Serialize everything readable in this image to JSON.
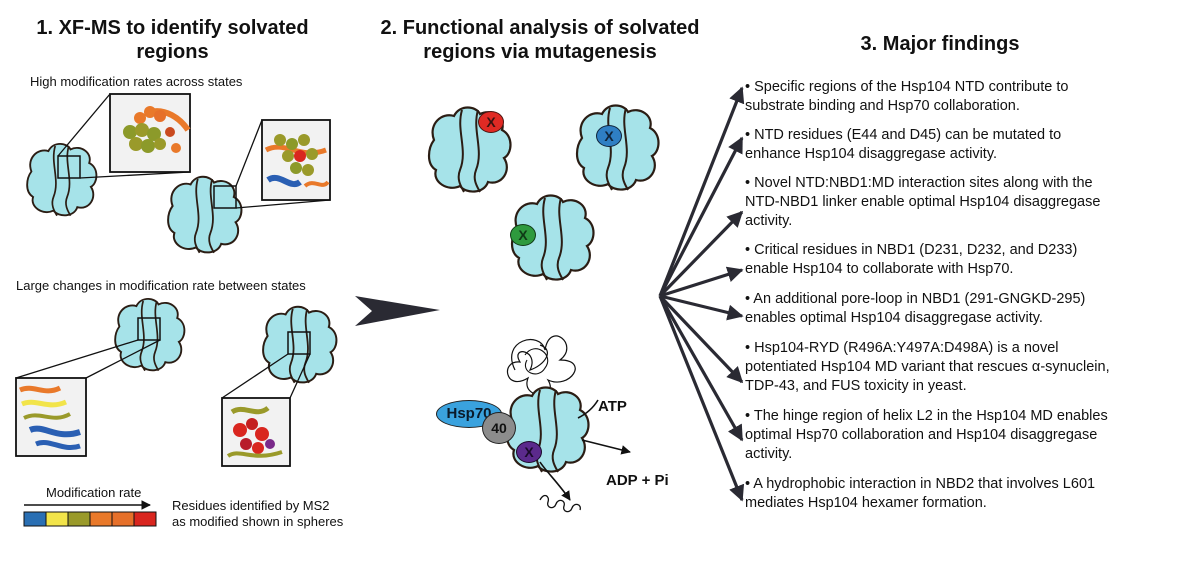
{
  "panel1": {
    "title_line1": "1. XF-MS to identify solvated",
    "title_line2": "regions",
    "label_high": "High modification rates across states",
    "label_large": "Large changes in modification rate between states",
    "legend_title": "Modification rate",
    "legend_text_line1": "Residues identified by MS2",
    "legend_text_line2": "as modified shown in spheres",
    "legend_colors": [
      "#2a6fb3",
      "#f2e44a",
      "#9a9a2a",
      "#e9792a",
      "#e6702a",
      "#d9261f"
    ]
  },
  "panel2": {
    "title_line1": "2. Functional analysis of solvated",
    "title_line2": "regions via mutagenesis",
    "mutation_mark": "X",
    "hsp70_label": "Hsp70",
    "hsp40_label": "40",
    "atp_label": "ATP",
    "adp_label": "ADP + Pi"
  },
  "panel3": {
    "title": "3. Major findings",
    "findings": [
      [
        "• Specific regions of the Hsp104 NTD contribute to",
        "substrate binding and Hsp70 collaboration."
      ],
      [
        "• NTD residues (E44 and D45) can be mutated to",
        "enhance Hsp104 disaggregase activity."
      ],
      [
        "• Novel NTD:NBD1:MD interaction sites along with the",
        "NTD-NBD1 linker enable optimal Hsp104 disaggregase",
        "activity."
      ],
      [
        "• Critical residues in NBD1 (D231, D232, and D233)",
        "enable Hsp104 to collaborate with Hsp70."
      ],
      [
        "• An additional pore-loop in NBD1 (291-GNGKD-295)",
        "enables optimal Hsp104 disaggregase activity."
      ],
      [
        "• Hsp104-RYD (R496A:Y497A:D498A) is a novel",
        "potentiated Hsp104 MD variant that rescues α-synuclein,",
        "TDP-43, and FUS toxicity in yeast."
      ],
      [
        "• The hinge region of helix L2 in the Hsp104 MD enables",
        "optimal Hsp70 collaboration and Hsp104 disaggregase",
        "activity."
      ],
      [
        "• A hydrophobic interaction in NBD2 that involves L601",
        "mediates Hsp104 hexamer formation."
      ]
    ]
  }
}
